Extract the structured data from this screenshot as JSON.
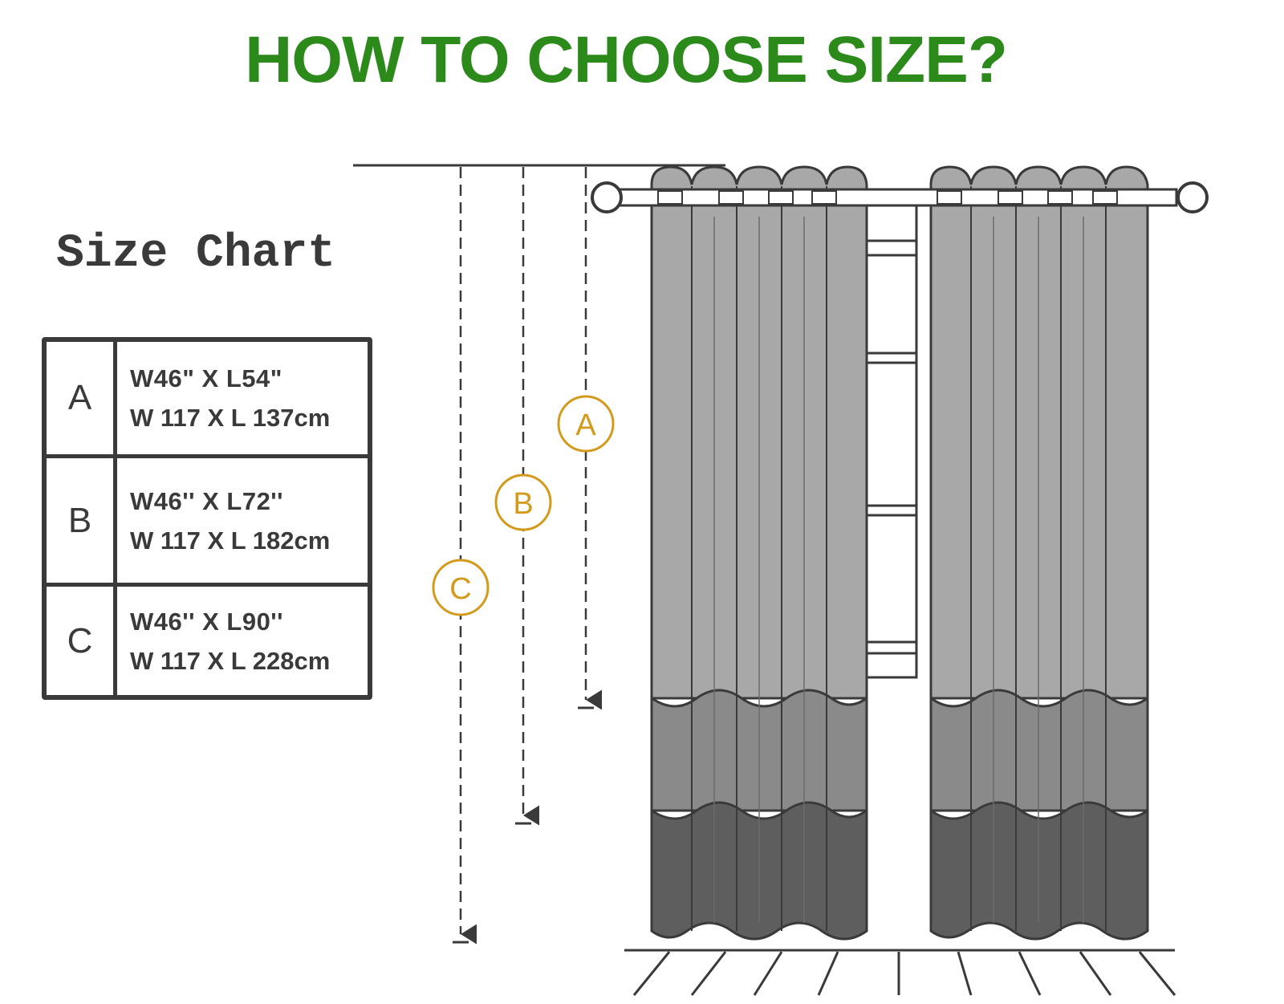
{
  "header": {
    "title": "HOW TO CHOOSE SIZE?"
  },
  "size_chart": {
    "title": "Size Chart",
    "rows": [
      {
        "letter": "A",
        "imperial": "W46\" X L54\"",
        "metric": "W 117 X L 137cm"
      },
      {
        "letter": "B",
        "imperial": "W46'' X L72''",
        "metric": "W 117 X L 182cm"
      },
      {
        "letter": "C",
        "imperial": "W46'' X L90''",
        "metric": "W 117 X L 228cm"
      }
    ]
  },
  "diagram": {
    "markers": [
      "A",
      "B",
      "C"
    ],
    "colors": {
      "title": "#2b8a1a",
      "marker": "#d49a1c",
      "curtain_top": "#a8a8a8",
      "curtain_middle": "#8a8a8a",
      "curtain_bottom": "#5e5e5e",
      "outline": "#3a3a3a"
    }
  }
}
